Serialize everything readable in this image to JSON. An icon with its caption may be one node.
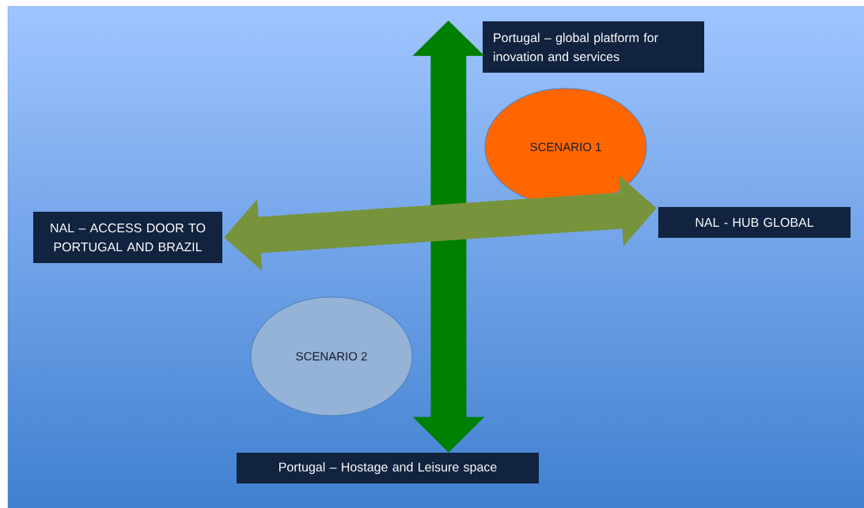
{
  "diagram": {
    "nodes": [
      {
        "text": [
          "Portugal – global platform for inovation and services"
        ]
      },
      {
        "text": [
          "SCENARIO 1"
        ]
      },
      {
        "text": [
          "NAL – ACCESS DOOR TO PORTUGAL AND BRAZIL"
        ]
      },
      {
        "text": [
          "NAL - HUB GLOBAL"
        ]
      },
      {
        "text": [
          "SCENARIO 2"
        ]
      },
      {
        "text": [
          "Portugal – Hostage and Leisure space"
        ]
      }
    ],
    "edges": [
      {
        "from": 5,
        "to": 0,
        "arrow": "both",
        "color": "#008000"
      },
      {
        "from": 2,
        "to": 3,
        "arrow": "both",
        "color": "#77933c"
      }
    ]
  }
}
